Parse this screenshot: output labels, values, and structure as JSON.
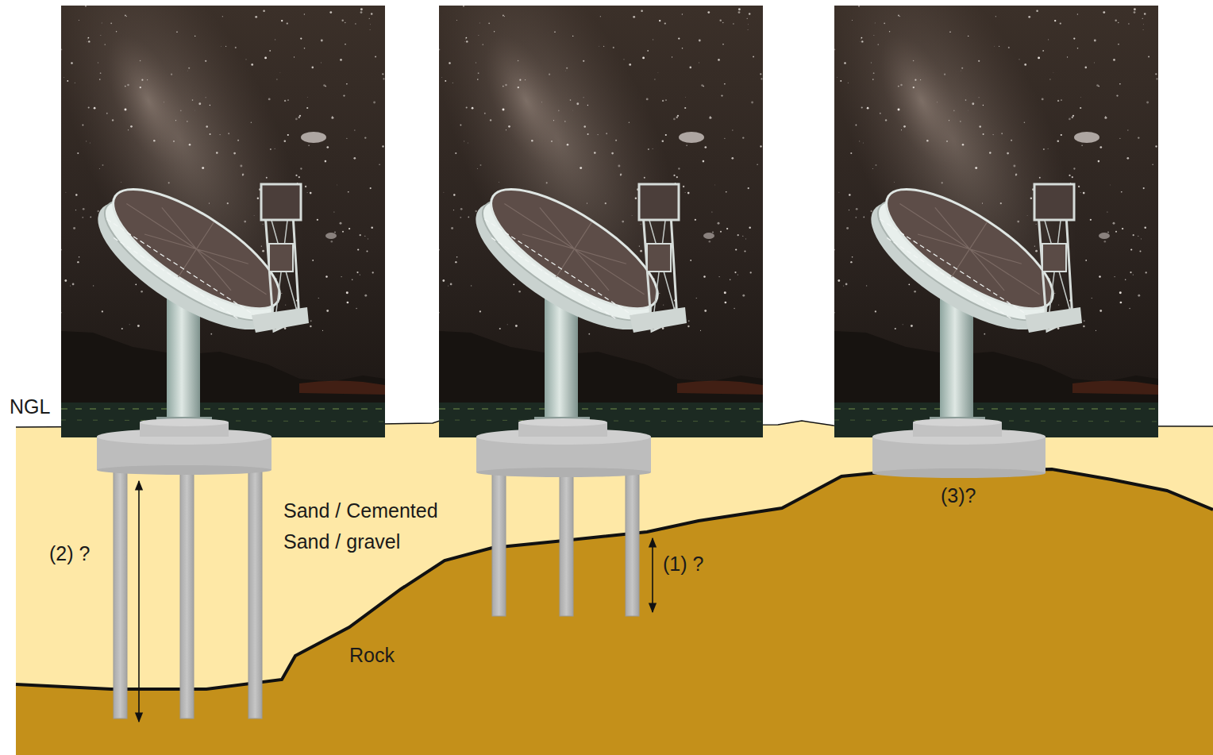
{
  "diagram": {
    "labels": [
      "NGL",
      "(2) ?",
      "Sand / Cemented Sand / gravel",
      "Rock",
      "(1) ?",
      "(3)?"
    ]
  }
}
